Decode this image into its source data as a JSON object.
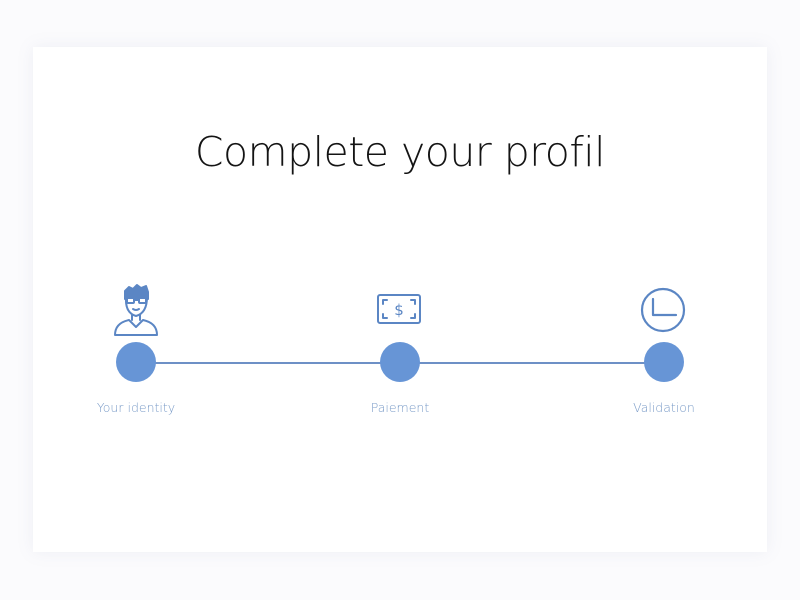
{
  "page": {
    "title": "Complete your profil"
  },
  "steps": [
    {
      "label": "Your identity",
      "icon": "user-avatar-icon"
    },
    {
      "label": "Paiement",
      "icon": "dollar-bill-icon"
    },
    {
      "label": "Validation",
      "icon": "clock-icon"
    }
  ],
  "colors": {
    "accent": "#6795d6",
    "track": "#6d90c6",
    "label": "#7b9cc8",
    "icon": "#5b86c4",
    "title": "#141414"
  }
}
